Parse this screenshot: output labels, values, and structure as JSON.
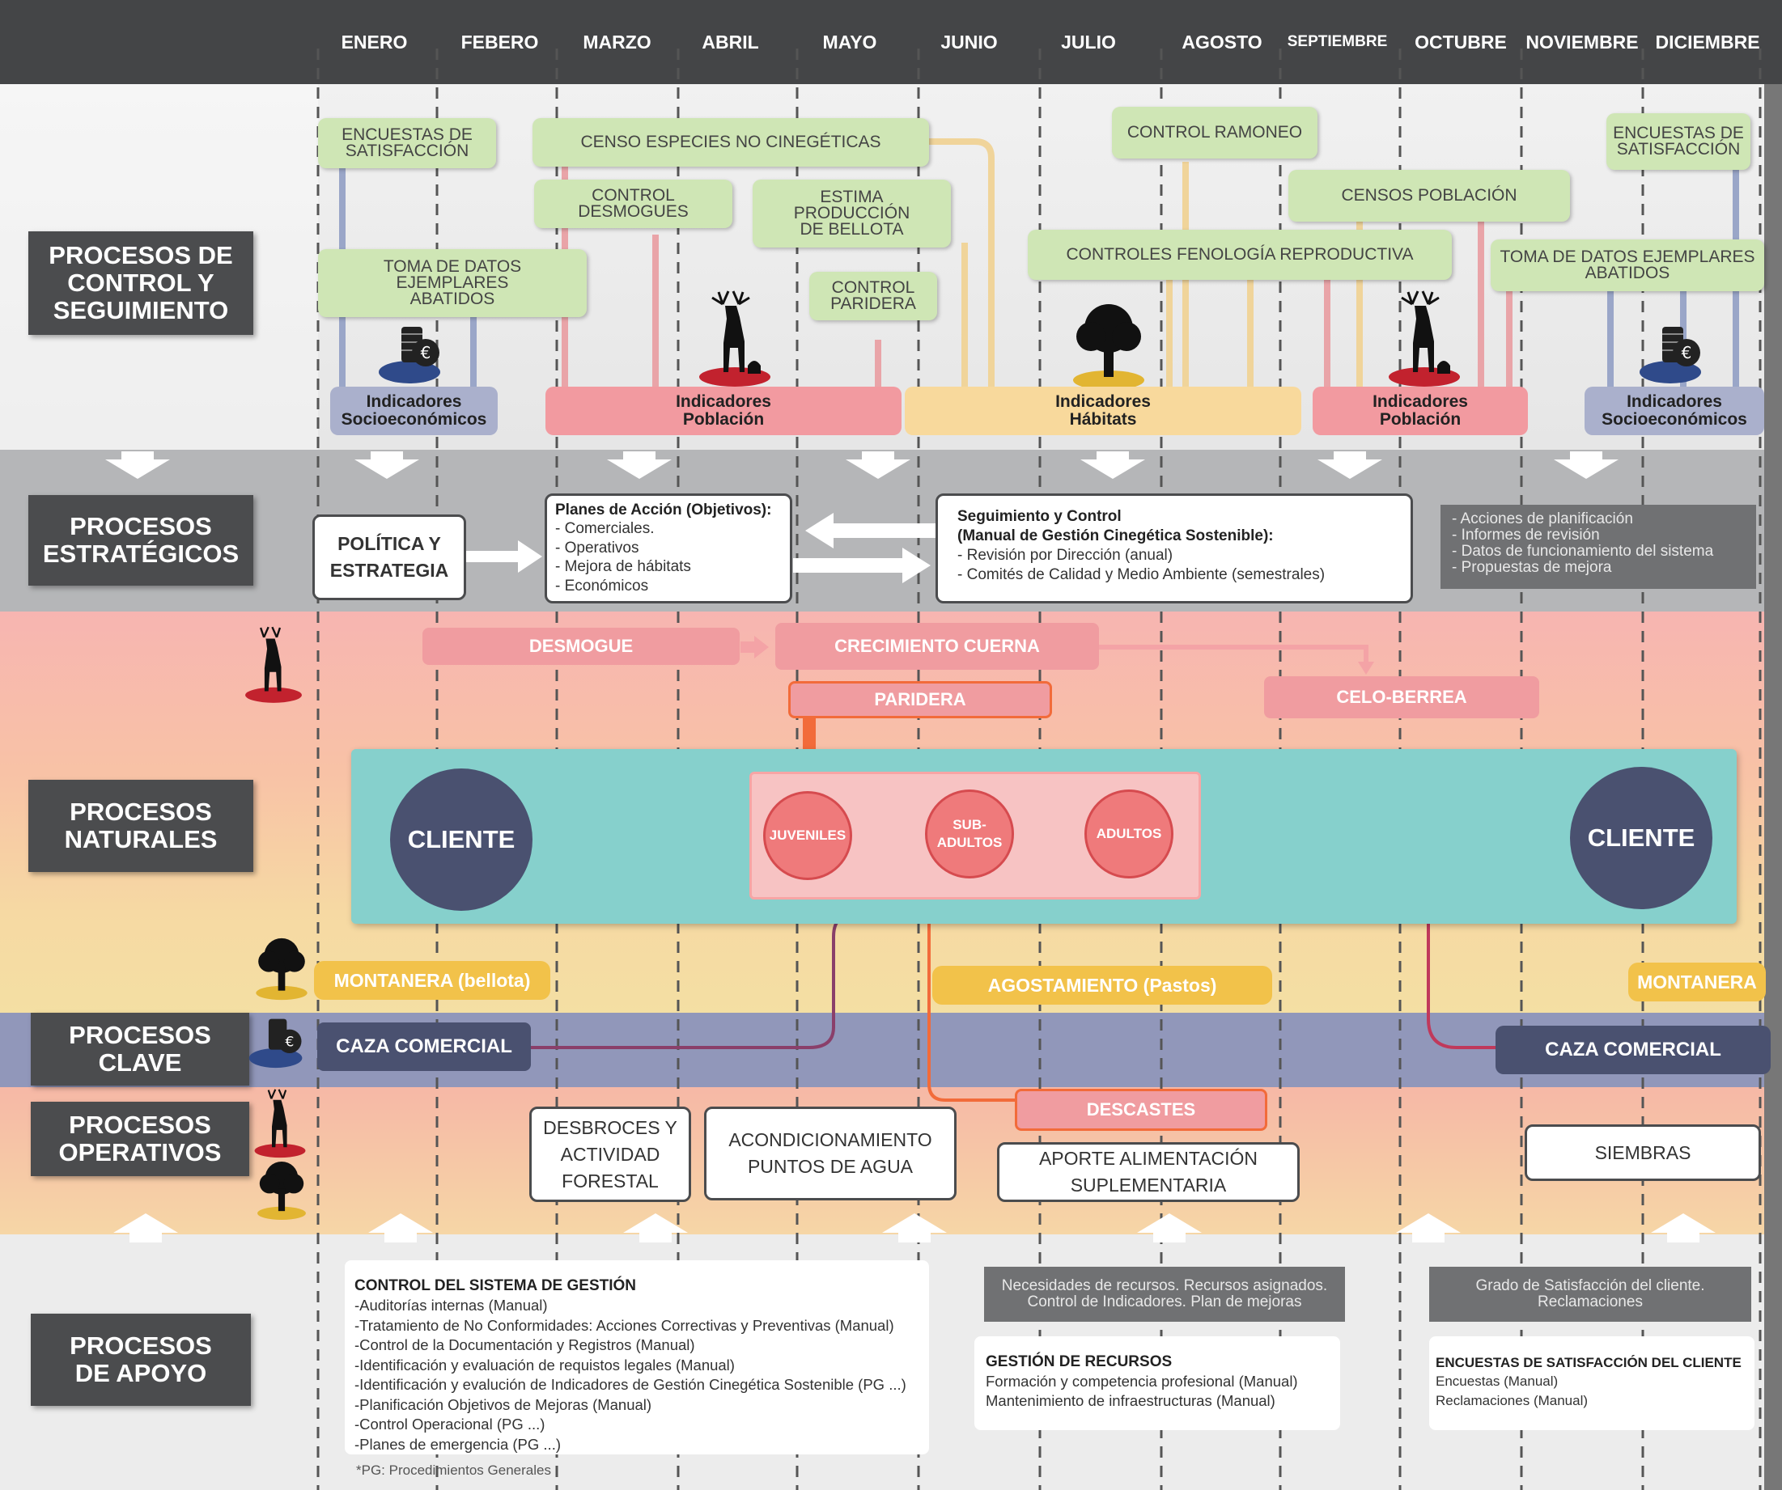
{
  "months": [
    "ENERO",
    "FEBERO",
    "MARZO",
    "ABRIL",
    "MAYO",
    "JUNIO",
    "JULIO",
    "AGOSTO",
    "SEPTIEMBRE",
    "OCTUBRE",
    "NOVIEMBRE",
    "DICIEMBRE"
  ],
  "rows": {
    "control": "PROCESOS DE\nCONTROL Y\nSEGUIMIENTO",
    "estrategicos": "PROCESOS\nESTRATÉGICOS",
    "naturales": "PROCESOS\nNATURALES",
    "clave": "PROCESOS\nCLAVE",
    "operativos": "PROCESOS\nOPERATIVOS",
    "apoyo": "PROCESOS\nDE APOYO"
  },
  "control": {
    "encuestas_left": "ENCUESTAS DE\nSATISFACCIÓN",
    "censo_no_cineg": "CENSO ESPECIES NO CINEGÉTICAS",
    "control_ramoneo": "CONTROL RAMONEO",
    "encuestas_right": "ENCUESTAS DE\nSATISFACCIÓN",
    "control_desmogues": "CONTROL\nDESMOGUES",
    "estima_bellota": "ESTIMA\nPRODUCCIÓN\nDE BELLOTA",
    "censos_poblacion": "CENSOS POBLACIÓN",
    "toma_datos_left": "TOMA DE DATOS\nEJEMPLARES\nABATIDOS",
    "controles_fenologia": "CONTROLES  FENOLOGÍA  REPRODUCTIVA",
    "toma_datos_right": "TOMA DE DATOS EJEMPLARES\nABATIDOS",
    "control_paridera": "CONTROL\nPARIDERA",
    "ind_socio_left": "Indicadores\nSocioeconómicos",
    "ind_pob_left": "Indicadores\nPoblación",
    "ind_habitats": "Indicadores\nHábitats",
    "ind_pob_right": "Indicadores\nPoblación",
    "ind_socio_right": "Indicadores\nSocioeconómicos"
  },
  "estrategicos": {
    "politica": "POLÍTICA Y\nESTRATEGIA",
    "planes_title": "Planes de Acción (Objetivos):",
    "planes_items": "- Comerciales.\n- Operativos\n- Mejora de hábitats\n- Económicos",
    "seguimiento_title": "Seguimiento y Control\n(Manual de Gestión Cinegética Sostenible):",
    "seguimiento_items": "- Revisión por Dirección (anual)\n- Comités de Calidad  y Medio Ambiente (semestrales)",
    "acciones": "- Acciones de planificación\n- Informes de revisión\n- Datos de funcionamiento del sistema\n- Propuestas de  mejora"
  },
  "naturales": {
    "desmogue": "DESMOGUE",
    "crecimiento": "CRECIMIENTO CUERNA",
    "paridera": "PARIDERA",
    "celo": "CELO-BERREA",
    "cliente_left": "CLIENTE",
    "cliente_right": "CLIENTE",
    "juveniles": "JUVENILES",
    "subadultos": "SUB-\nADULTOS",
    "adultos": "ADULTOS",
    "montanera_left": "MONTANERA (bellota)",
    "agostamiento": "AGOSTAMIENTO (Pastos)",
    "montanera_right": "MONTANERA"
  },
  "clave": {
    "caza_left": "CAZA COMERCIAL",
    "caza_right": "CAZA COMERCIAL"
  },
  "operativos": {
    "descastes": "DESCASTES",
    "desbroces": "DESBROCES Y\nACTIVIDAD\nFORESTAL",
    "acondicionamiento": "ACONDICIONAMIENTO\nPUNTOS DE AGUA",
    "aporte": "APORTE ALIMENTACIÓN\nSUPLEMENTARIA",
    "siembras": "SIEMBRAS"
  },
  "apoyo": {
    "control_title": "CONTROL DEL SISTEMA DE GESTIÓN",
    "control_items": "-Auditorías internas  (Manual)\n-Tratamiento de No Conformidades: Acciones Correctivas y Preventivas (Manual)\n-Control de la Documentación y Registros (Manual)\n-Identificación y evaluación de requistos legales (Manual)\n-Identificación y evalución de Indicadores de Gestión Cinegética Sostenible (PG ...)\n-Planificación Objetivos de Mejoras (Manual)\n-Control Operacional  (PG ...)\n-Planes de emergencia (PG ...)",
    "pg_note": "*PG: Procedimientos Generales",
    "necesidades": "Necesidades de recursos. Recursos asignados.\nControl de Indicadores. Plan de mejoras",
    "gestion_title": "GESTIÓN DE RECURSOS",
    "gestion_items": "Formación y competencia profesional  (Manual)\nMantenimiento de infraestructuras (Manual)",
    "grado": "Grado de Satisfacción del cliente.\nReclamaciones",
    "encuestas_title": "ENCUESTAS DE SATISFACCIÓN DEL CLIENTE",
    "encuestas_items": "Encuestas (Manual)\nReclamaciones (Manual)"
  },
  "colors": {
    "header": "#444547",
    "label": "#4b4c4e",
    "green": "#cfe6b5",
    "pink": "#f09ca0",
    "yellow": "#f2c24a",
    "teal": "#86d0cc",
    "navy": "#4a5170",
    "orange": "#f26b3a"
  }
}
